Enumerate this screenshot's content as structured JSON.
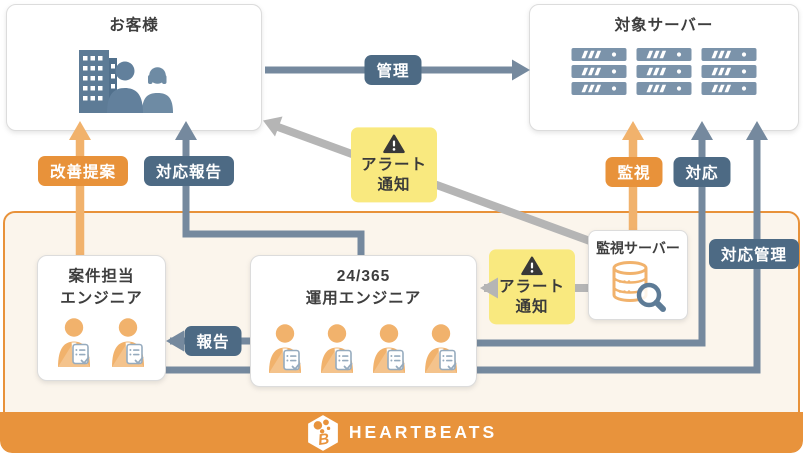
{
  "colors": {
    "accent_orange": "#e8923a",
    "arrow_orange": "#f1b26c",
    "steel_line": "#75899e",
    "steel_dark": "#4d6a84",
    "gray_arrow": "#b5b5b5",
    "alert_yellow": "#f9e97f",
    "area_cream": "#fbf5ec"
  },
  "boxes": {
    "customer": {
      "title": "お客様"
    },
    "target_servers": {
      "title": "対象サーバー",
      "server_count": 9
    },
    "project_engineers": {
      "title_line1": "案件担当",
      "title_line2": "エンジニア",
      "person_count": 2
    },
    "ops_engineers": {
      "title_line1": "24/365",
      "title_line2": "運用エンジニア",
      "person_count": 4
    },
    "monitoring_server": {
      "title": "監視サーバー"
    }
  },
  "labels": {
    "manage": "管理",
    "improvement_proposal": "改善提案",
    "response_report": "対応報告",
    "alert_line1": "アラート",
    "alert_line2": "通知",
    "monitoring": "監視",
    "response": "対応",
    "response_management": "対応管理",
    "report": "報告"
  },
  "footer": {
    "brand": "HEARTBEATS"
  }
}
